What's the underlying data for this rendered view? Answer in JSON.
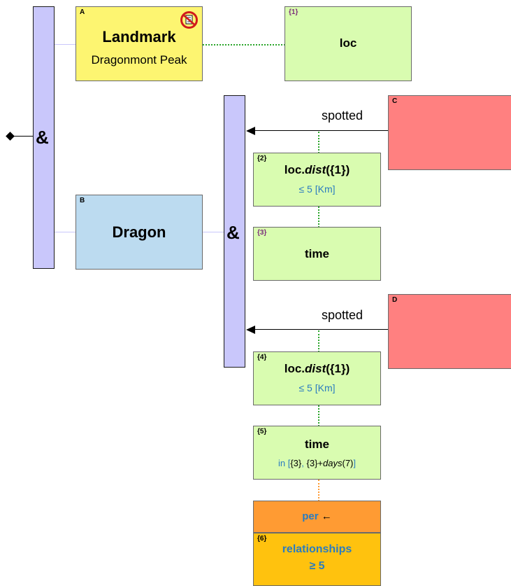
{
  "operators": {
    "and_outer": "&",
    "and_inner": "&"
  },
  "nodes": {
    "landmark": {
      "letter": "A",
      "title": "Landmark",
      "subtitle": "Dragonmont Peak",
      "icon": "no-document-icon"
    },
    "loc": {
      "ref": "{1}",
      "title": "loc"
    },
    "dragon": {
      "letter": "B",
      "title": "Dragon"
    },
    "spotted_c": {
      "letter": "C",
      "edge_label": "spotted"
    },
    "spotted_d": {
      "letter": "D",
      "edge_label": "spotted"
    },
    "dist_2": {
      "ref": "{2}",
      "title_prefix": "loc.",
      "title_fn": "dist",
      "title_suffix": "({1})",
      "cond_op": "≤ 5",
      "cond_unit": "[Km]"
    },
    "time_3": {
      "ref": "{3}",
      "title": "time"
    },
    "dist_4": {
      "ref": "{4}",
      "title_prefix": "loc.",
      "title_fn": "dist",
      "title_suffix": "({1})",
      "cond_op": "≤ 5",
      "cond_unit": "[Km]"
    },
    "time_5": {
      "ref": "{5}",
      "title": "time",
      "cond_in": "in [",
      "cond_a": "{3}",
      "cond_sep": ", ",
      "cond_b": "{3}+",
      "cond_fn": "days",
      "cond_arg": "(7)",
      "cond_close": "]"
    },
    "per": {
      "title": "per",
      "arrow": "←"
    },
    "relationships": {
      "ref": "{6}",
      "title": "relationships",
      "cond": "≥ 5"
    }
  },
  "colors": {
    "operator_bar": "#c9c7fb",
    "landmark": "#fdf571",
    "property": "#d9fcb0",
    "entity": "#bcdbf0",
    "unresolved": "#ff8080",
    "aggregate_header": "#ff9b33",
    "aggregate_body": "#ffc20e",
    "dotted_link": "#2aa52a",
    "accent_text": "#2a7cc0"
  }
}
